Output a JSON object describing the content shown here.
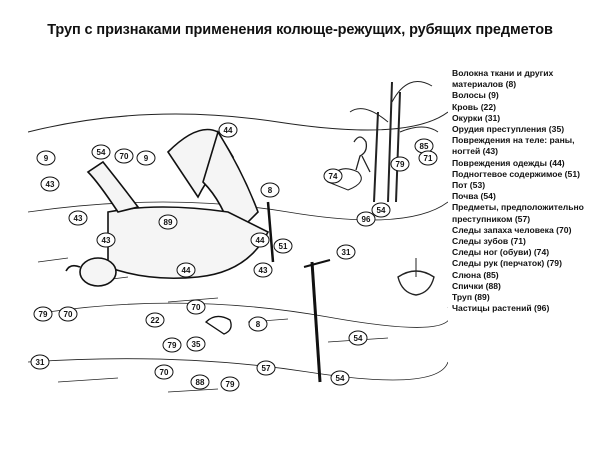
{
  "title": "Труп с признаками применения колюще-режущих, рубящих предметов",
  "legend": [
    "Волокна ткани и других материалов (8)",
    "Волосы (9)",
    "Кровь (22)",
    "Окурки (31)",
    "Орудия преступления (35)",
    "Повреждения на теле: раны, ногтей (43)",
    "Повреждения одежды (44)",
    "Подногтевое содержимое (51)",
    "Пот (53)",
    "Почва (54)",
    "Предметы, предположительно преступником (57)",
    "Следы запаха человека (70)",
    "Следы зубов (71)",
    "Следы ног (обуви) (74)",
    "Следы рук (перчаток) (79)",
    "Слюна (85)",
    "Спички (88)",
    "Труп (89)",
    "Частицы растений (96)"
  ],
  "callouts": [
    {
      "label": "44"
    },
    {
      "label": "9"
    },
    {
      "label": "54"
    },
    {
      "label": "70"
    },
    {
      "label": "9"
    },
    {
      "label": "43"
    },
    {
      "label": "8"
    },
    {
      "label": "74"
    },
    {
      "label": "43"
    },
    {
      "label": "85"
    },
    {
      "label": "79"
    },
    {
      "label": "71"
    },
    {
      "label": "43"
    },
    {
      "label": "89"
    },
    {
      "label": "44"
    },
    {
      "label": "51"
    },
    {
      "label": "96"
    },
    {
      "label": "54"
    },
    {
      "label": "31"
    },
    {
      "label": "44"
    },
    {
      "label": "43"
    },
    {
      "label": "22"
    },
    {
      "label": "70"
    },
    {
      "label": "79"
    },
    {
      "label": "70"
    },
    {
      "label": "8"
    },
    {
      "label": "79"
    },
    {
      "label": "35"
    },
    {
      "label": "54"
    },
    {
      "label": "31"
    },
    {
      "label": "70"
    },
    {
      "label": "88"
    },
    {
      "label": "79"
    },
    {
      "label": "57"
    },
    {
      "label": "54"
    }
  ]
}
